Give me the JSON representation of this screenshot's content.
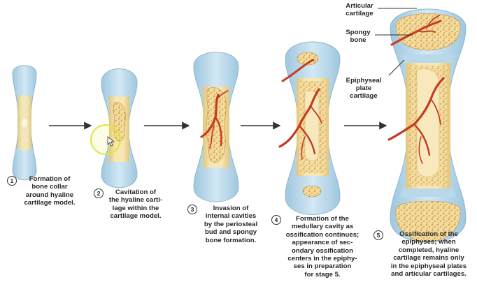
{
  "stages": [
    {
      "number": "1",
      "caption_lines": [
        "Formation of",
        "bone collar",
        "around hyaline",
        "cartilage model."
      ]
    },
    {
      "number": "2",
      "caption_lines": [
        "Cavitation of",
        "the hyaline carti-",
        "lage within the",
        "cartilage model."
      ]
    },
    {
      "number": "3",
      "caption_lines": [
        "Invasion of",
        "internal cavities",
        "by the periosteal",
        "bud and spongy",
        "bone formation."
      ]
    },
    {
      "number": "4",
      "caption_lines": [
        "Formation of the",
        "medullary cavity as",
        "ossification continues;",
        "appearance of sec-",
        "ondary ossification",
        "centers in the epiphy-",
        "ses in preparation",
        "for stage 5."
      ]
    },
    {
      "number": "5",
      "caption_lines": [
        "Ossification of the",
        "epiphyses; when",
        "completed, hyaline",
        "cartilage remains only",
        "in the epiphyseal plates",
        "and articular cartilages."
      ]
    }
  ],
  "labels": {
    "articular_cartilage": [
      "Articular",
      "cartilage"
    ],
    "spongy_bone": [
      "Spongy",
      "bone"
    ],
    "epiphyseal_plate_cartilage": [
      "Epiphyseal",
      "plate",
      "cartilage"
    ]
  },
  "colors": {
    "cartilage": "#b9d8ea",
    "bone_collar": "#f1dc9a",
    "spongy_bone": "#ecd08a",
    "blood_vessel": "#c63a20",
    "cavity": "#e9c07a",
    "cursor_ring": "#dfe63a",
    "arrow": "#333333"
  }
}
